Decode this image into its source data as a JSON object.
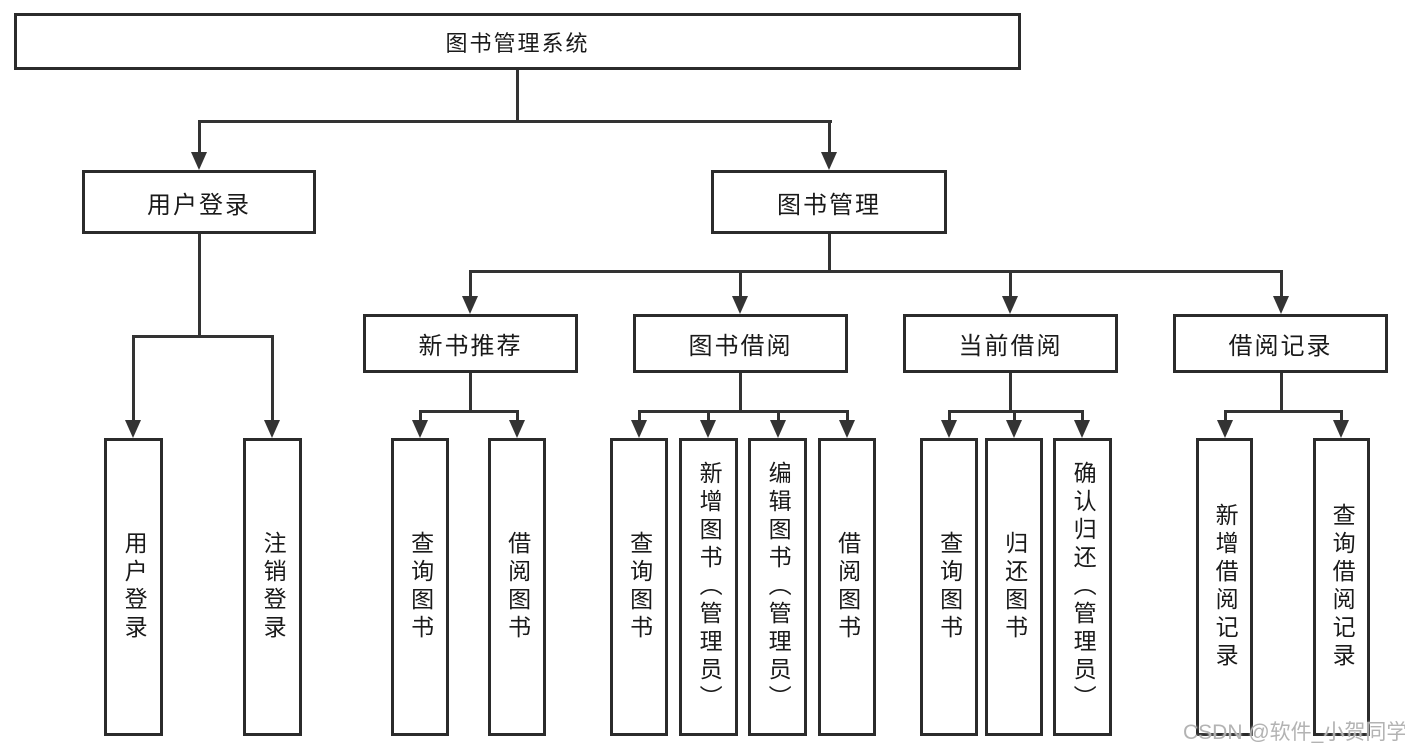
{
  "diagram": {
    "root": {
      "label": "图书管理系统"
    },
    "children": [
      {
        "label": "用户登录",
        "children": [
          {
            "label": "用户登录"
          },
          {
            "label": "注销登录"
          }
        ]
      },
      {
        "label": "图书管理",
        "children": [
          {
            "label": "新书推荐",
            "children": [
              {
                "label": "查询图书"
              },
              {
                "label": "借阅图书"
              }
            ]
          },
          {
            "label": "图书借阅",
            "children": [
              {
                "label": "查询图书"
              },
              {
                "label": "新增图书（管理员）"
              },
              {
                "label": "编辑图书（管理员）"
              },
              {
                "label": "借阅图书"
              }
            ]
          },
          {
            "label": "当前借阅",
            "children": [
              {
                "label": "查询图书"
              },
              {
                "label": "归还图书"
              },
              {
                "label": "确认归还（管理员）"
              }
            ]
          },
          {
            "label": "借阅记录",
            "children": [
              {
                "label": "新增借阅记录"
              },
              {
                "label": "查询借阅记录"
              }
            ]
          }
        ]
      }
    ]
  },
  "watermark": "CSDN @软件_小贺同学",
  "colors": {
    "line": "#333333",
    "border": "#2b2b2b",
    "text": "#1a1a1a",
    "watermark": "#b3b3b3",
    "background": "#ffffff"
  }
}
